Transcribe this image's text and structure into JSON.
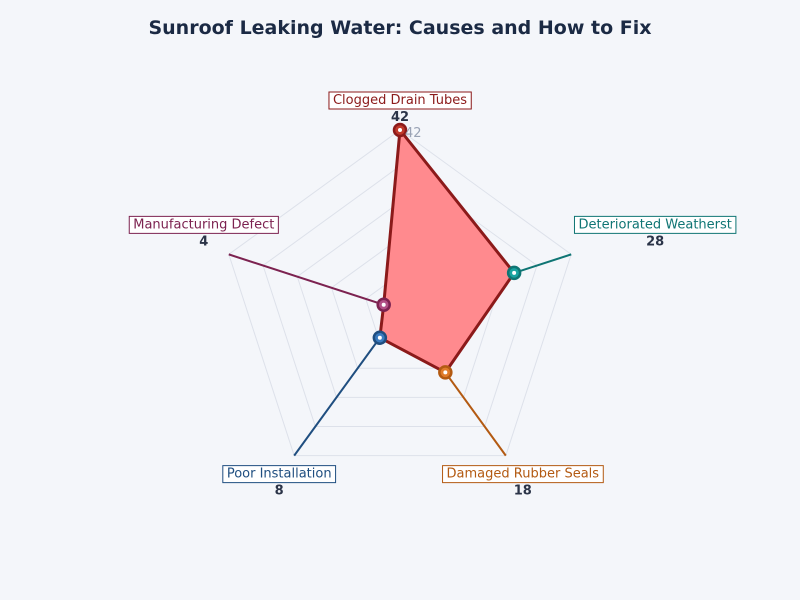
{
  "chart_data": {
    "type": "radar",
    "title": "Sunroof Leaking Water: Causes and How to Fix",
    "r_max": 42,
    "grid_levels": 5,
    "grid": true,
    "tick_label": "42",
    "categories": [
      {
        "label": "Clogged Drain Tubes",
        "value": 42,
        "value_label": "42",
        "color": "#8b1a1a",
        "marker_fill": "#c0392b"
      },
      {
        "label": "Deteriorated Weatherst",
        "value": 28,
        "value_label": "28",
        "color": "#0f7574",
        "marker_fill": "#1aa3a0"
      },
      {
        "label": "Damaged Rubber Seals",
        "value": 18,
        "value_label": "18",
        "color": "#b35a12",
        "marker_fill": "#e07b2a"
      },
      {
        "label": "Poor Installation",
        "value": 8,
        "value_label": "8",
        "color": "#1f4e80",
        "marker_fill": "#3a7bc0"
      },
      {
        "label": "Manufacturing Defect",
        "value": 4,
        "value_label": "4",
        "color": "#7c2250",
        "marker_fill": "#b04f86"
      }
    ],
    "polygon_fill": "#ff8a8e",
    "polygon_stroke": "#8b1a1a"
  }
}
